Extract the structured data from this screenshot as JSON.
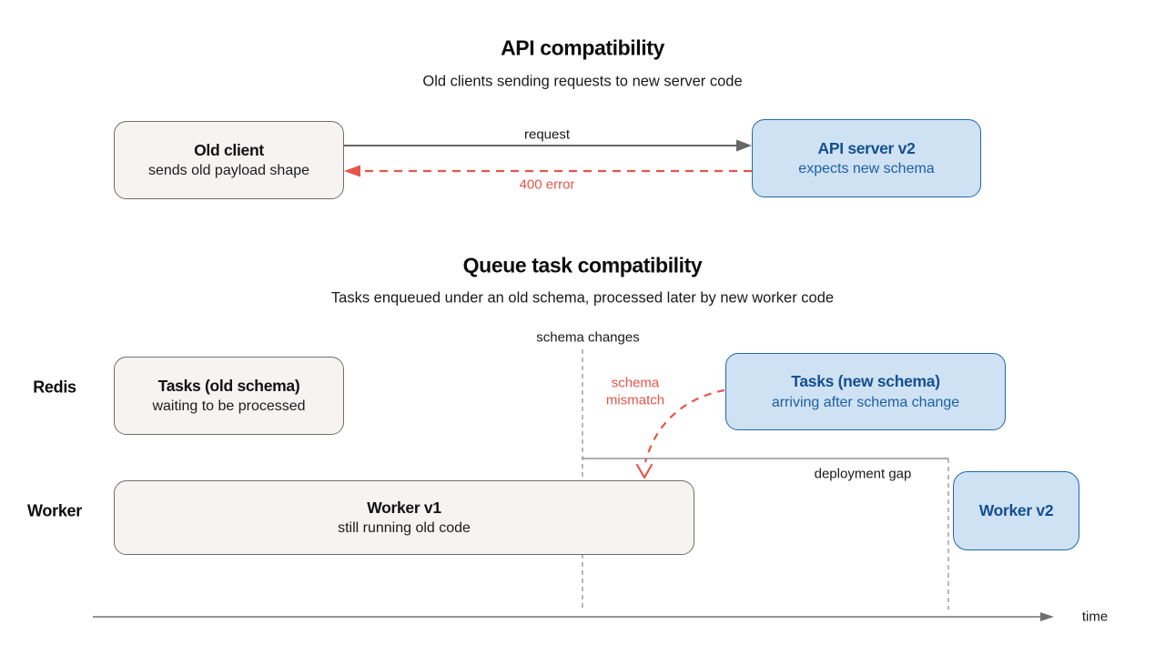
{
  "colors": {
    "background": "#ffffff",
    "gray_box_fill": "#f5f4f1",
    "gray_box_border": "#6e6e6e",
    "blue_box_fill": "#cfe2f4",
    "blue_box_border": "#2267ac",
    "blue_title_text": "#14508f",
    "blue_sub_text": "#1e5fa6",
    "error_red": "#e5564b",
    "arrow_gray": "#666666",
    "guide_gray": "#8a8a8a",
    "text_black": "#111111"
  },
  "api_section": {
    "title": "API compatibility",
    "subtitle": "Old clients sending requests to new server code",
    "client_box": {
      "title": "Old client",
      "subtitle": "sends old payload shape"
    },
    "server_box": {
      "title": "API server v2",
      "subtitle": "expects new schema"
    },
    "request_label": "request",
    "error_label": "400 error"
  },
  "queue_section": {
    "title": "Queue task compatibility",
    "subtitle": "Tasks enqueued under an old schema, processed later by new worker code",
    "schema_changes_label": "schema changes",
    "schema_mismatch_label": "schema mismatch",
    "deployment_gap_label": "deployment gap",
    "lanes": {
      "redis": "Redis",
      "worker": "Worker"
    },
    "old_tasks_box": {
      "title": "Tasks (old schema)",
      "subtitle": "waiting to be processed"
    },
    "new_tasks_box": {
      "title": "Tasks (new schema)",
      "subtitle": "arriving after schema change"
    },
    "worker_v1_box": {
      "title": "Worker v1",
      "subtitle": "still running old code"
    },
    "worker_v2_box": {
      "title": "Worker v2"
    },
    "time_label": "time"
  }
}
